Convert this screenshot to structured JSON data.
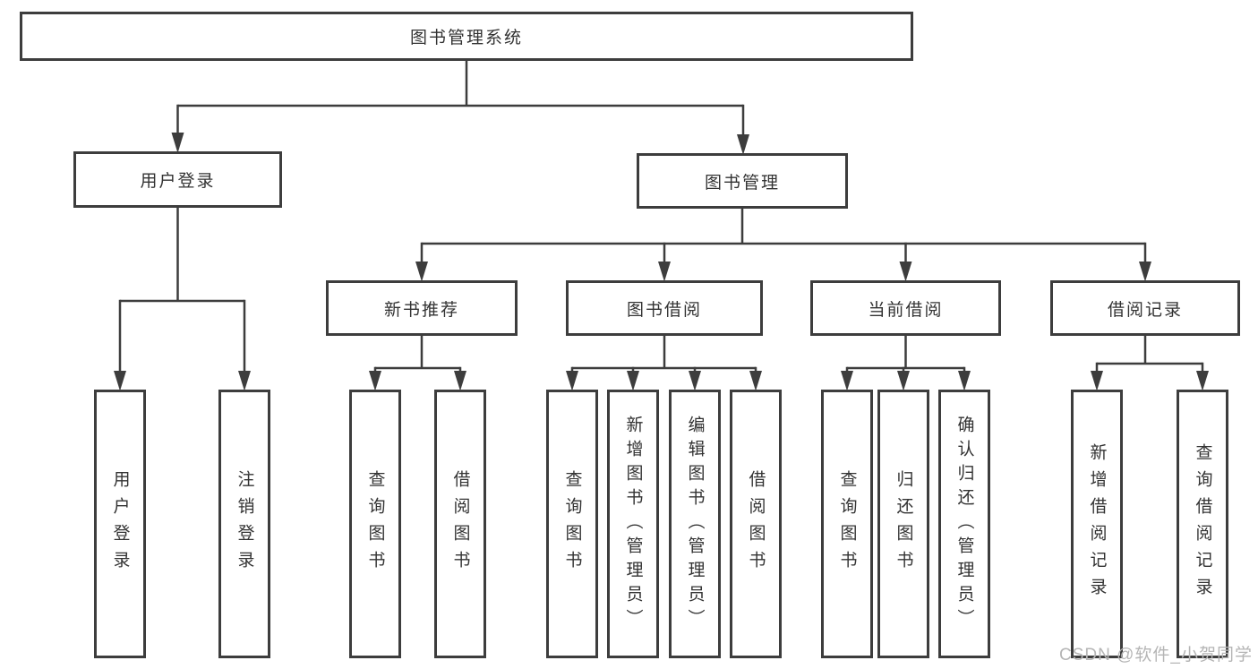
{
  "diagram": {
    "kind": "function-structure-tree",
    "tree": {
      "label": "图书管理系统",
      "children": [
        {
          "label": "用户登录",
          "children": [
            {
              "label": "用户登录"
            },
            {
              "label": "注销登录"
            }
          ]
        },
        {
          "label": "图书管理",
          "children": [
            {
              "label": "新书推荐",
              "children": [
                {
                  "label": "查询图书"
                },
                {
                  "label": "借阅图书"
                }
              ]
            },
            {
              "label": "图书借阅",
              "children": [
                {
                  "label": "查询图书"
                },
                {
                  "label": "新增图书（管理员）"
                },
                {
                  "label": "编辑图书（管理员）"
                },
                {
                  "label": "借阅图书"
                }
              ]
            },
            {
              "label": "当前借阅",
              "children": [
                {
                  "label": "查询图书"
                },
                {
                  "label": "归还图书"
                },
                {
                  "label": "确认归还（管理员）"
                }
              ]
            },
            {
              "label": "借阅记录",
              "children": [
                {
                  "label": "新增借阅记录"
                },
                {
                  "label": "查询借阅记录"
                }
              ]
            }
          ]
        }
      ]
    },
    "colors": {
      "line": "#3d3d3d",
      "text": "#333333",
      "background": "#ffffff",
      "watermark": "#b5b5b5"
    }
  },
  "watermark": {
    "text": "CSDN @软件_小贺同学"
  }
}
